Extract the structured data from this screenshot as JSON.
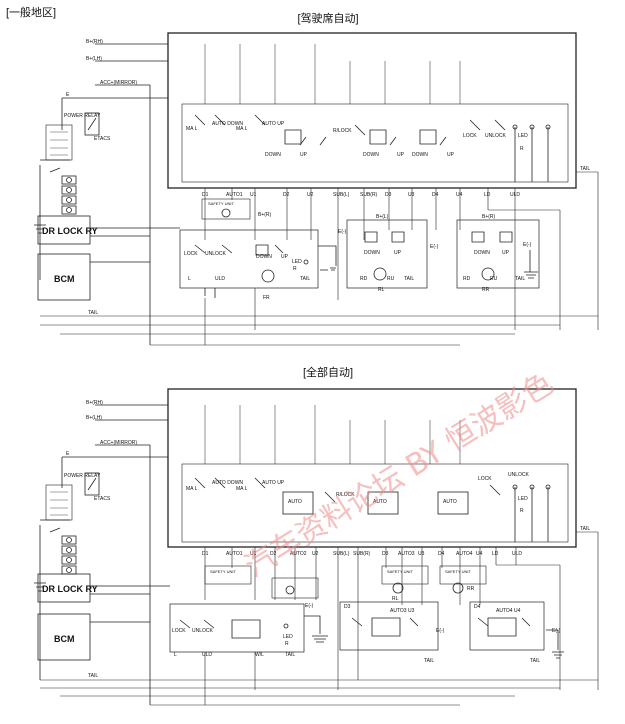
{
  "region_label": "[一般地区]",
  "watermark": "汽车资料论坛 BY 恒波影色",
  "top": {
    "title": "[驾驶席自动]",
    "power": [
      "B+(RH)",
      "B+(LH)",
      "ACC+(MIRROR)",
      "E"
    ],
    "relay": "POWER RELAY",
    "etacs": "ETACS",
    "dr_lock_ry": "DR LOCK RY",
    "bcm": "BCM",
    "tail": "TAIL",
    "mod_switches": [
      "MA L",
      "AUTO DOWN",
      "MA L",
      "AUTO UP",
      "DOWN",
      "UP",
      "R/LOCK",
      "DOWN",
      "UP",
      "DOWN",
      "UP",
      "LOCK",
      "UNLOCK",
      "LED",
      "R"
    ],
    "pins": [
      "D1",
      "AUTO1",
      "U1",
      "D2",
      "U2",
      "SUB(L)",
      "SUB(R)",
      "D3",
      "U3",
      "D4",
      "U4",
      "LD",
      "ULD"
    ],
    "fr_door": [
      "LOCK",
      "UNLOCK",
      "DOWN",
      "UP",
      "LED",
      "R",
      "L",
      "ULD",
      "TAIL",
      "FR"
    ],
    "rl_door": [
      "RD",
      "RU",
      "DOWN",
      "UP",
      "TAIL",
      "RL"
    ],
    "rr_door": [
      "RD",
      "RU",
      "DOWN",
      "UP",
      "TAIL",
      "RR"
    ],
    "aux": [
      "B+(R)",
      "B+(L)",
      "B+(R)",
      "E(-)",
      "E(-)",
      "E(-)",
      "SAFETY UNIT"
    ]
  },
  "bottom": {
    "title": "[全部自动]",
    "power": [
      "B+(RH)",
      "B+(LH)",
      "ACC+(MIRROR)",
      "E"
    ],
    "relay": "POWER RELAY",
    "etacs": "ETACS",
    "dr_lock_ry": "DR LOCK RY",
    "bcm": "BCM",
    "tail": "TAIL",
    "mod_switches": [
      "MA L",
      "AUTO DOWN",
      "MA L",
      "AUTO UP",
      "AUTO",
      "R/LOCK",
      "AUTO",
      "AUTO",
      "LOCK",
      "UNLOCK",
      "LED",
      "R"
    ],
    "pins": [
      "D1",
      "AUTO1",
      "U1",
      "D2",
      "AUTO2",
      "U2",
      "SUB(L)",
      "SUB(R)",
      "D3",
      "AUTO3",
      "U3",
      "D4",
      "AUTO4",
      "U4",
      "LD",
      "ULD"
    ],
    "fr_door": [
      "LOCK",
      "UNLOCK",
      "LED",
      "R",
      "L",
      "ULD",
      "TAIL",
      "W/L",
      "E(-)"
    ],
    "rl_door": [
      "D3",
      "AUTO3",
      "U3",
      "E(-)",
      "TAIL"
    ],
    "rr_door": [
      "D4",
      "AUTO4",
      "U4",
      "E(-)",
      "TAIL"
    ],
    "aux": [
      "SAFETY UNIT",
      "SAFETY UNIT",
      "SAFETY UNIT",
      "RL",
      "RR"
    ]
  }
}
